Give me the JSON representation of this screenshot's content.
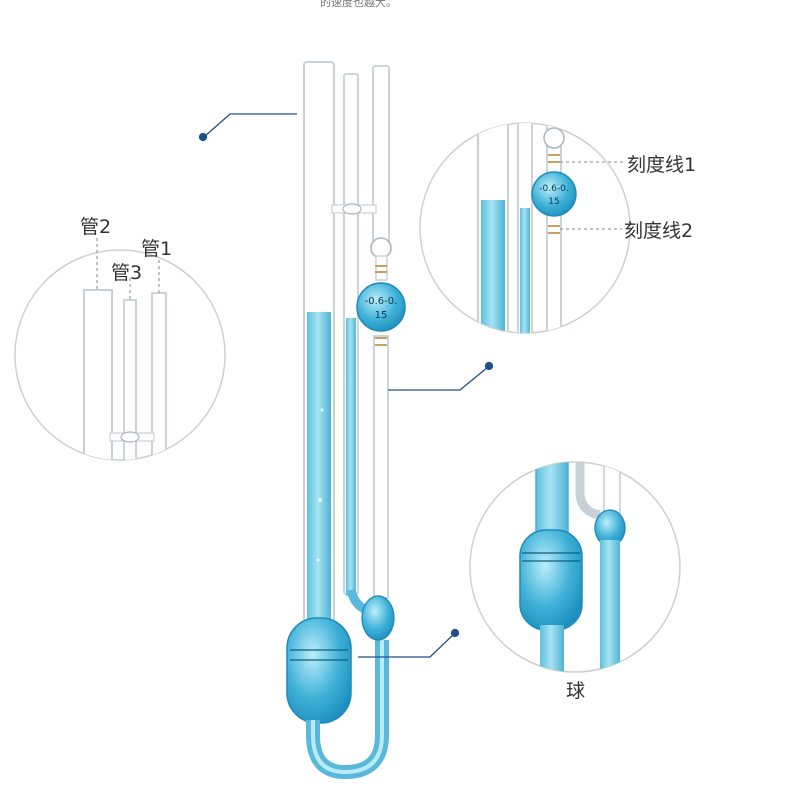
{
  "header_caption": "的速度也越大。",
  "labels": {
    "tube1": "管1",
    "tube2": "管2",
    "tube3": "管3",
    "mark1": "刻度线1",
    "mark2": "刻度线2",
    "bulb": "球"
  },
  "bulb_marking": {
    "line1": "-0.6-0.",
    "line2": "15"
  },
  "colors": {
    "liquid": "#7ecfe6",
    "liquid_dark": "#2aa8cf",
    "glass": "#c9d3da",
    "leader": "#1f4f86",
    "circle": "#cfcfcf"
  }
}
